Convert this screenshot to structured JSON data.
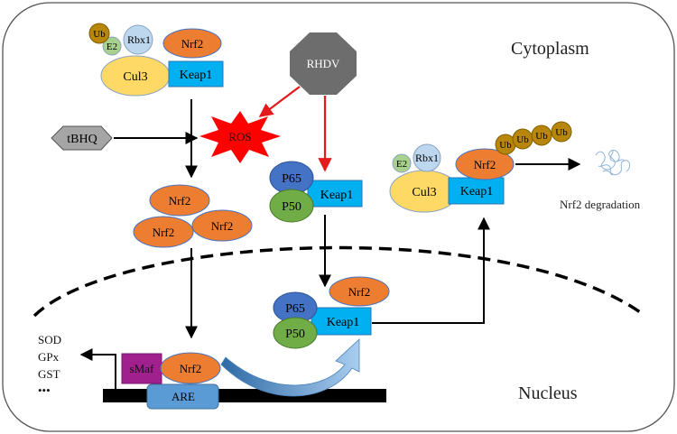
{
  "regions": {
    "cytoplasm": "Cytoplasm",
    "nucleus": "Nucleus"
  },
  "labels": {
    "ub": "Ub",
    "e2": "E2",
    "rbx1": "Rbx1",
    "nrf2": "Nrf2",
    "cul3": "Cul3",
    "keap1": "Keap1",
    "rhdv": "RHDV",
    "tbhq": "tBHQ",
    "ros": "ROS",
    "p65": "P65",
    "p50": "P50",
    "smaf": "sMaf",
    "are": "ARE",
    "degradation": "Nrf2 degradation"
  },
  "genes": [
    "SOD",
    "GPx",
    "GST",
    "•••"
  ],
  "colors": {
    "ub": "#b8860b",
    "e2": "#a9d18e",
    "rbx1": "#bdd7ee",
    "nrf2": "#ed7d31",
    "cul3": "#ffd966",
    "keap1": "#00b0f0",
    "p65": "#4472c4",
    "p50": "#70ad47",
    "rhdv": "#6d6d6d",
    "tbhq": "#a5a5a5",
    "ros": "#ff0000",
    "smaf": "#a0208e",
    "are": "#5b9bd5",
    "red_arrow": "#e41a1c",
    "curved_arrow": "#6a9fd3"
  }
}
